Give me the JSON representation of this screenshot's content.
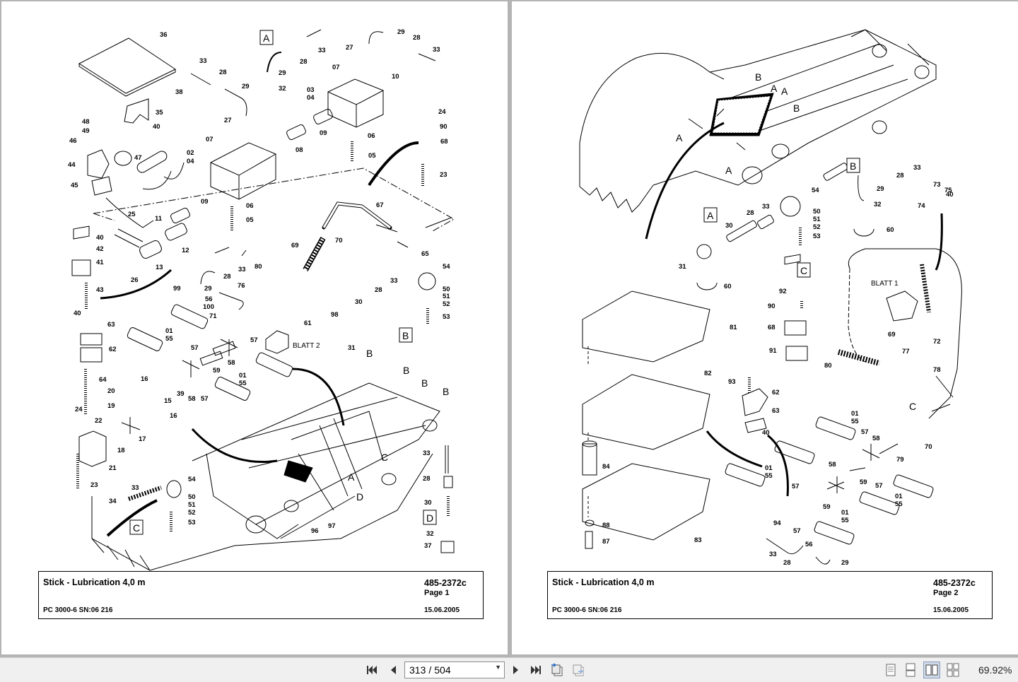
{
  "viewer": {
    "pages": [
      {
        "title": "Stick - Lubrication 4,0 m",
        "doc_number": "485-2372c",
        "page_label": "Page 1",
        "model": "PC 3000-6 SN:06 216",
        "date": "15.06.2005",
        "callouts": {
          "A": "A",
          "B": "B",
          "C": "C",
          "D": "D",
          "blatt": "BLATT 2",
          "n36": "36",
          "n33a": "33",
          "n28a": "28",
          "n29a": "29",
          "n38": "38",
          "n35": "35",
          "n40a": "40",
          "n48": "48",
          "n49": "49",
          "n46": "46",
          "n47": "47",
          "n44": "44",
          "n45": "45",
          "n29b": "29",
          "n28b": "28",
          "n33b": "33",
          "n32": "32",
          "n27a": "27",
          "n29c": "29",
          "n28c": "28",
          "n33c": "33",
          "n07a": "07",
          "n10": "10",
          "n03": "03",
          "n04a": "04",
          "n27b": "27",
          "n07b": "07",
          "n09a": "09",
          "n06a": "06",
          "n05a": "05",
          "n08": "08",
          "n24a": "24",
          "n90": "90",
          "n68": "68",
          "n23a": "23",
          "n02": "02",
          "n04b": "04",
          "n09b": "09",
          "n06b": "06",
          "n05b": "05",
          "n11": "11",
          "n12": "12",
          "n25": "25",
          "n13": "13",
          "n67": "67",
          "n70": "70",
          "n69": "69",
          "n65": "65",
          "n40b": "40",
          "n42": "42",
          "n41": "41",
          "n43": "43",
          "n26": "26",
          "n28d": "28",
          "n33d": "33",
          "n80": "80",
          "n29d": "29",
          "n76": "76",
          "n99": "99",
          "n56": "56",
          "n100": "100",
          "n71": "71",
          "n61": "61",
          "n54a": "54",
          "n50a": "50",
          "n51a": "51",
          "n52a": "52",
          "n53a": "53",
          "n33e": "33",
          "n28e": "28",
          "n30a": "30",
          "n98": "98",
          "n31": "31",
          "n40c": "40",
          "n63": "63",
          "n62": "62",
          "n01a": "01",
          "n55a": "55",
          "n57a": "57",
          "n57b": "57",
          "n58": "58",
          "n59": "59",
          "n01b": "01",
          "n55b": "55",
          "n64": "64",
          "n16a": "16",
          "n39": "39",
          "n15": "15",
          "n20": "20",
          "n19": "19",
          "n16b": "16",
          "n57c": "57",
          "n24b": "24",
          "n22": "22",
          "n17": "17",
          "n18": "18",
          "n21": "21",
          "n23b": "23",
          "n33f": "33",
          "n54b": "54",
          "n34": "34",
          "n50b": "50",
          "n51b": "51",
          "n52b": "52",
          "n53b": "53",
          "n96": "96",
          "n97": "97",
          "n33g": "33",
          "n28f": "28",
          "n30b": "30",
          "n32b": "32",
          "n37": "37"
        }
      },
      {
        "title": "Stick - Lubrication 4,0 m",
        "doc_number": "485-2372c",
        "page_label": "Page 2",
        "model": "PC 3000-6 SN:06 216",
        "date": "15.06.2005",
        "callouts": {
          "A": "A",
          "B": "B",
          "C": "C",
          "blatt": "BLATT 1",
          "n29a": "29",
          "n28a": "28",
          "n33a": "33",
          "n32": "32",
          "n73": "73",
          "n75": "75",
          "n74": "74",
          "n40a": "40",
          "n60a": "60",
          "n54": "54",
          "n28b": "28",
          "n33b": "33",
          "n50": "50",
          "n51": "51",
          "n52": "52",
          "n53": "53",
          "n30": "30",
          "n31": "31",
          "n60b": "60",
          "n92": "92",
          "n90": "90",
          "n68": "68",
          "n91": "91",
          "n72": "72",
          "n69": "69",
          "n80": "80",
          "n77": "77",
          "n78": "78",
          "n81": "81",
          "n82": "82",
          "n93": "93",
          "n62": "62",
          "n63": "63",
          "n40b": "40",
          "n01a": "01",
          "n55a": "55",
          "n57a": "57",
          "n58a": "58",
          "n70": "70",
          "n79": "79",
          "n84": "84",
          "n58b": "58",
          "n01b": "01",
          "n55b": "55",
          "n57b": "57",
          "n59a": "59",
          "n59b": "59",
          "n57c": "57",
          "n01c": "01",
          "n55c": "55",
          "n94": "94",
          "n57d": "57",
          "n01d": "01",
          "n55d": "55",
          "n88": "88",
          "n87": "87",
          "n83": "83",
          "n56": "56",
          "n33c": "33",
          "n28c": "28",
          "n29b": "29"
        }
      }
    ],
    "toolbar": {
      "current_page": "313",
      "separator": "/",
      "total_pages": "504",
      "zoom": "69.92%",
      "icons": [
        "first-page-icon",
        "previous-page-icon",
        "next-page-icon",
        "last-page-icon",
        "rotate-view-icon",
        "rotate-view-alt-icon",
        "single-page-view-icon",
        "continuous-view-icon",
        "facing-view-icon",
        "continuous-facing-view-icon"
      ]
    }
  }
}
